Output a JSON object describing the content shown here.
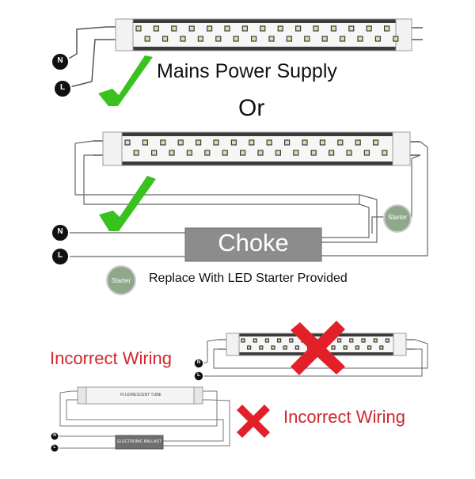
{
  "labels": {
    "mains_power_supply": "Mains Power Supply",
    "or": "Or",
    "choke": "Choke",
    "starter": "Starter",
    "replace_with_led_starter": "Replace With LED Starter Provided",
    "incorrect_wiring": "Incorrect Wiring",
    "fluorescent_tube": "FLUORESCENT TUBE",
    "electronic_ballast": "ELECTRONIC BALLAST"
  },
  "terminals": {
    "neutral": "N",
    "live": "L"
  },
  "colors": {
    "tick": "#39c21e",
    "cross": "#e3202a",
    "incorrect_text": "#d2262b",
    "choke_box": "#8c8c8c",
    "starter": "#8fa88a",
    "wire": "#555555",
    "terminal": "#111111"
  },
  "icons": {
    "correct": "check-mark-icon",
    "incorrect": "cross-mark-icon"
  }
}
